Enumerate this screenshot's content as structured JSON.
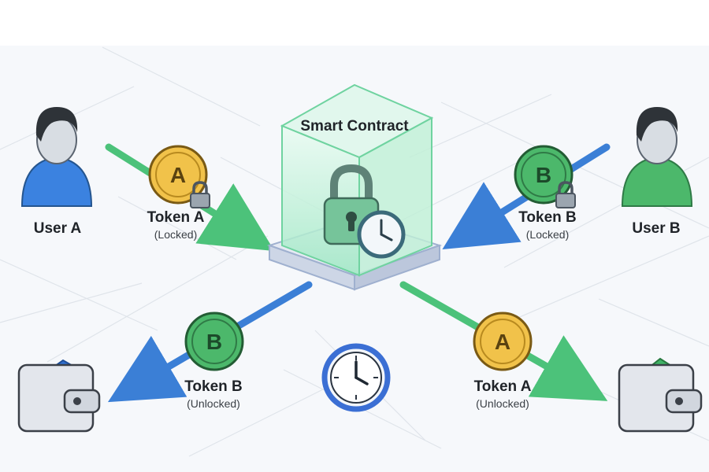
{
  "contract": {
    "title": "Smart Contract"
  },
  "users": [
    {
      "label": "User A"
    },
    {
      "label": "User B"
    }
  ],
  "tokens_in": [
    {
      "letter": "A",
      "label": "Token A",
      "status": "(Locked)",
      "color": "#f1c24a"
    },
    {
      "letter": "B",
      "label": "Token B",
      "status": "(Locked)",
      "color": "#4cb86b"
    }
  ],
  "tokens_out": [
    {
      "letter": "B",
      "label": "Token B",
      "status": "(Unlocked)",
      "color": "#4cb86b"
    },
    {
      "letter": "A",
      "label": "Token A",
      "status": "(Unlocked)",
      "color": "#f1c24a"
    }
  ],
  "colors": {
    "user_a": "#3b82e0",
    "user_b": "#4cb86b",
    "arrow_green": "#4cc27a",
    "arrow_blue": "#3b7fd6",
    "cube": "#7fe0b0",
    "clock_ring": "#3b6fd4"
  },
  "icons": [
    "user-icon",
    "coin-icon",
    "padlock-icon",
    "clock-icon",
    "wallet-icon",
    "arrow-icon"
  ]
}
